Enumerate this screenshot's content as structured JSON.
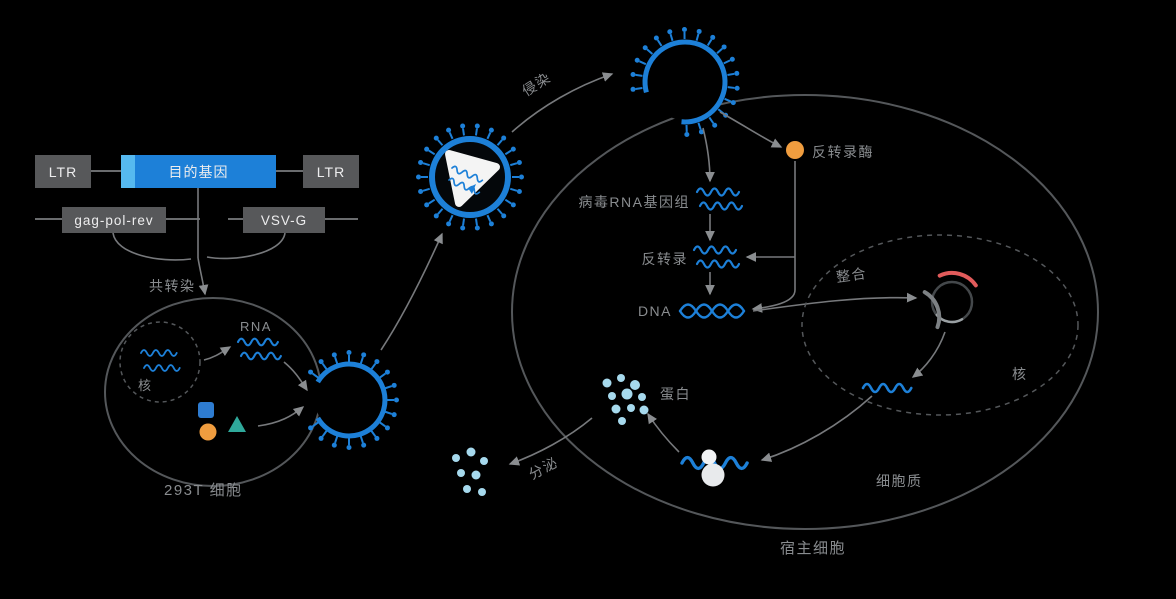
{
  "colors": {
    "background": "#000000",
    "virus_blue": "#1d80d8",
    "light_blue_strip": "#56b9ef",
    "pale_blue_dots": "#a6d9ed",
    "box_gray": "#57585a",
    "membrane_gray": "#54575a",
    "arrow_gray": "#77797c",
    "label_gray": "#898c8f",
    "orange": "#f09d3f",
    "teal": "#2fa99b",
    "red": "#e15b5b",
    "capsid_white": "#f4f4f4"
  },
  "construct": {
    "ltr_left": "LTR",
    "target_gene": "目的基因",
    "ltr_right": "LTR",
    "gag_pol_rev": "gag-pol-rev",
    "vsv_g": "VSV-G"
  },
  "labels_293t": {
    "cotransfection": "共转染",
    "nucleus": "核",
    "rna": "RNA",
    "cell": "293T 细胞"
  },
  "labels_host": {
    "infection": "侵染",
    "reverse_transcriptase": "反转录酶",
    "viral_rna_genome": "病毒RNA基因组",
    "reverse_transcription": "反转录",
    "dna": "DNA",
    "integration": "整合",
    "nucleus": "核",
    "protein": "蛋白",
    "secretion": "分泌",
    "cytoplasm": "细胞质",
    "cell": "宿主细胞"
  }
}
